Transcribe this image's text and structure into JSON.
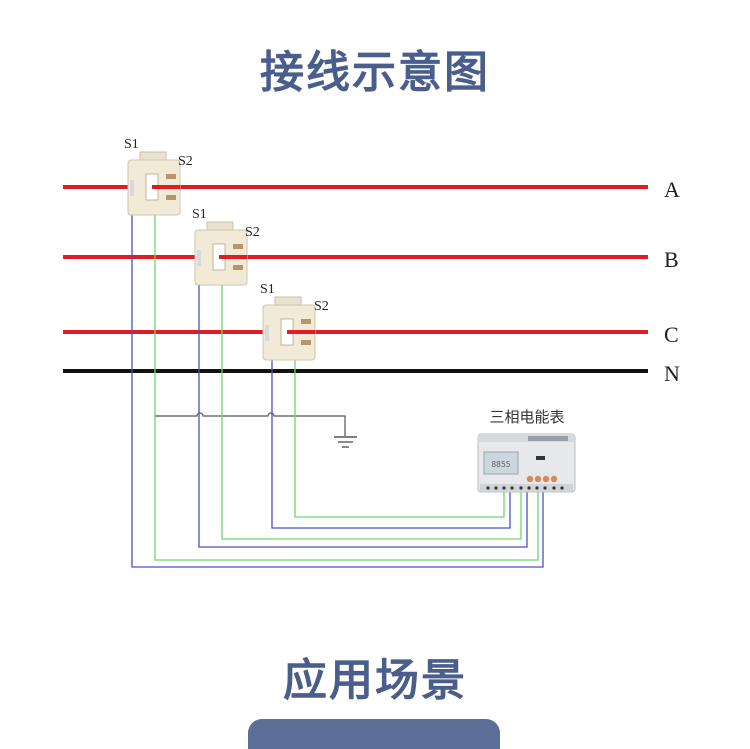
{
  "sections": {
    "wiring_title": "接线示意图",
    "application_title": "应用场景"
  },
  "diagram": {
    "phases": [
      {
        "label": "A",
        "color": "#e01b24"
      },
      {
        "label": "B",
        "color": "#e01b24"
      },
      {
        "label": "C",
        "color": "#e01b24"
      },
      {
        "label": "N",
        "color": "#111111"
      }
    ],
    "current_transformers": [
      {
        "phase": "A",
        "s1": "S1",
        "s2": "S2"
      },
      {
        "phase": "B",
        "s1": "S1",
        "s2": "S2"
      },
      {
        "phase": "C",
        "s1": "S1",
        "s2": "S2"
      }
    ],
    "meter": {
      "label": "三相电能表",
      "display_text": "8855"
    },
    "wire_colors": {
      "s1": "#4a4fc8",
      "s2": "#6ad86a",
      "ground": "#555555"
    }
  }
}
